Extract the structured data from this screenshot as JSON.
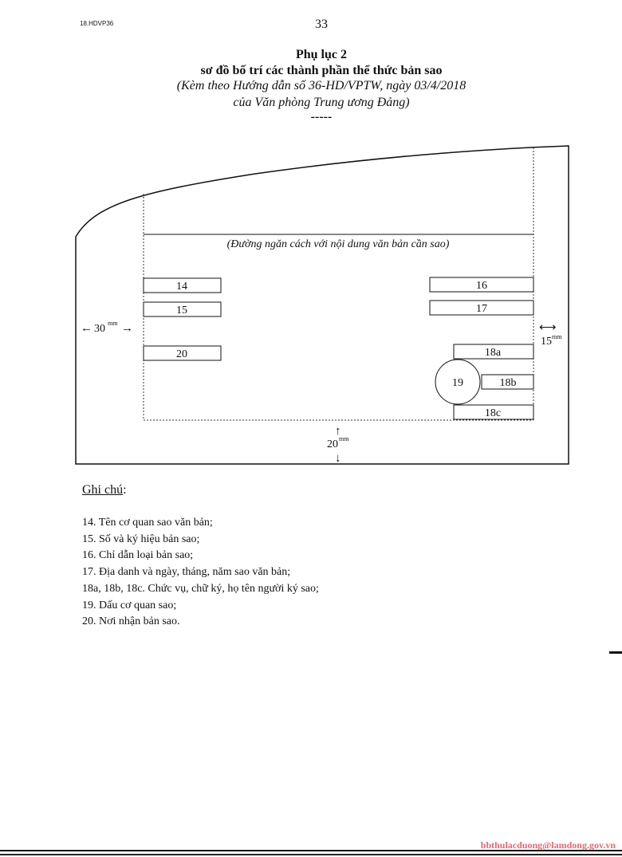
{
  "header": {
    "doc_code": "18.HDVP36",
    "page_number": "33",
    "title": "Phụ lục 2",
    "subtitle": "sơ đồ bố trí các thành phần thể thức bản sao",
    "reference_line1": "(Kèm theo Hướng dẫn số 36-HD/VPTW, ngày 03/4/2018",
    "reference_line2": "của Văn phòng Trung ương Đảng)",
    "separator": "-----"
  },
  "diagram": {
    "separator_label": "(Đường ngăn cách với nội dung văn bản cần sao)",
    "boxes": {
      "b14": "14",
      "b15": "15",
      "b16": "16",
      "b17": "17",
      "b20": "20",
      "b18a": "18a",
      "b18b": "18b",
      "b18c": "18c",
      "b19": "19"
    },
    "margins": {
      "left_value": "30",
      "left_unit": "mm",
      "right_value": "15",
      "right_unit": "mm",
      "bottom_value": "20",
      "bottom_unit": "mm"
    }
  },
  "notes": {
    "title": "Ghi chú",
    "title_suffix": ":",
    "items": [
      "14. Tên cơ quan sao văn bản;",
      "15. Số và ký hiệu bản sao;",
      "16. Chỉ dẫn loại bản sao;",
      "17. Địa danh và ngày, tháng, năm sao văn bản;",
      "18a, 18b, 18c. Chức vụ, chữ ký, họ tên người ký sao;",
      "19. Dấu cơ quan sao;",
      "20. Nơi nhận bản sao."
    ]
  },
  "footer": {
    "email": "bbthulacduong@lamdong.gov.vn"
  }
}
